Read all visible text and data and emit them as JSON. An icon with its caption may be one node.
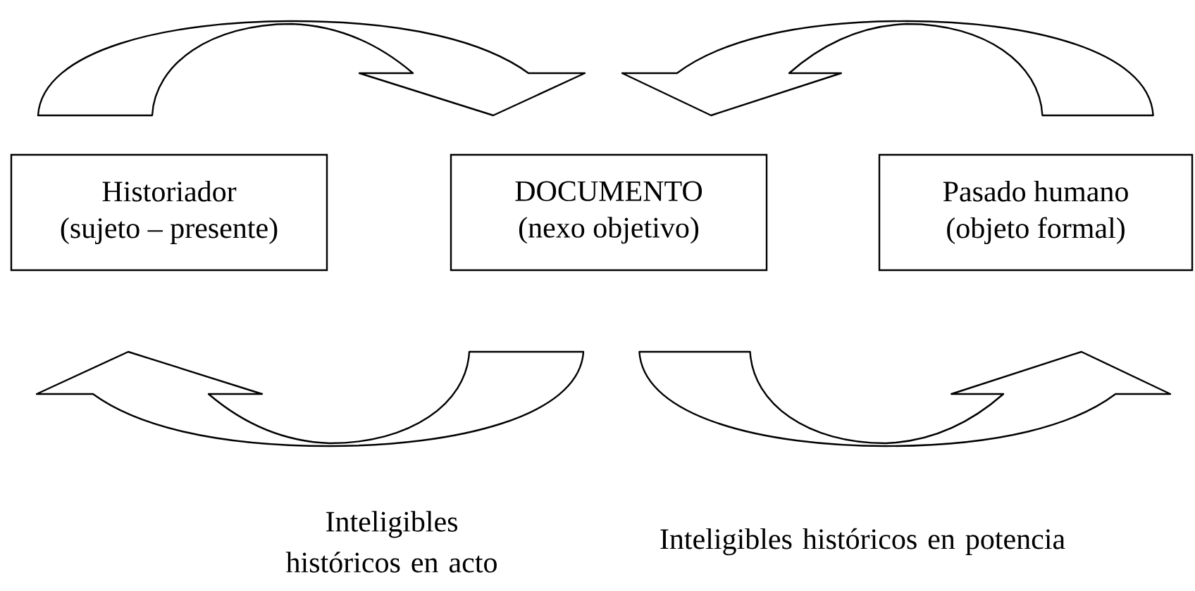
{
  "diagram": {
    "nodes": [
      {
        "text": [
          "Historiador",
          "(sujeto – presente)"
        ]
      },
      {
        "text": [
          "DOCUMENTO",
          "(nexo objetivo)"
        ]
      },
      {
        "text": [
          "Pasado humano",
          "(objeto formal)"
        ]
      }
    ],
    "edges": [
      {
        "from": 0,
        "to": 1,
        "arrow": "to"
      },
      {
        "from": 2,
        "to": 1,
        "arrow": "to"
      },
      {
        "from": 1,
        "to": 0,
        "arrow": "to",
        "label": "Inteligibles históricos en acto"
      },
      {
        "from": 1,
        "to": 2,
        "arrow": "to",
        "label": "Inteligibles históricos en potencia"
      }
    ]
  }
}
